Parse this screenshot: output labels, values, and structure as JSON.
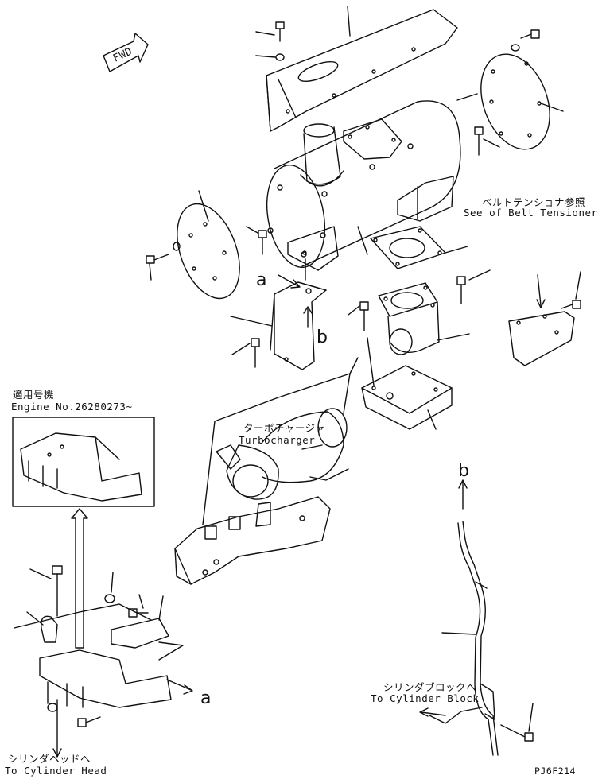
{
  "labels": {
    "fwd": "FWD",
    "belt_tensioner_jp": "ベルトテンショナ参照",
    "belt_tensioner_en": "See of Belt Tensioner",
    "applicable_jp": "適用号機",
    "engine_no": "Engine No.26280273~",
    "turbo_jp": "ターボチャージャ",
    "turbo_en": "Turbocharger",
    "cyl_block_jp": "シリンダブロックへ",
    "cyl_block_en": "To Cylinder Block",
    "cyl_head_jp": "シリンダヘッドへ",
    "cyl_head_en": "To Cylinder Head",
    "ref_a1": "a",
    "ref_b1": "b",
    "ref_a2": "a",
    "ref_b2": "b",
    "drawing_no": "PJ6F214"
  }
}
